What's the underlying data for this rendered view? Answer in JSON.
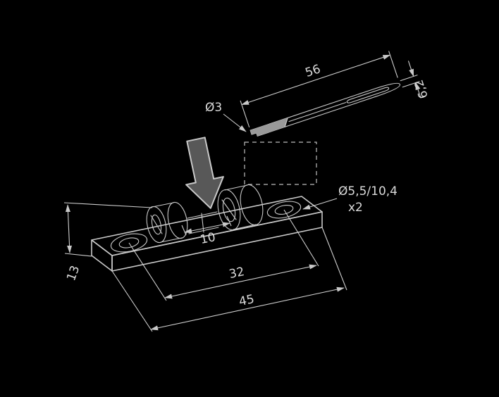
{
  "drawing": {
    "title_semantic": "fuse-holder-technical-drawing",
    "background_color": "#000000",
    "line_color": "#c9c9c9",
    "text_color": "#dadada",
    "arrow_fill": "#585858",
    "labels": {
      "pin_length": "56",
      "pin_eye_width": "6,2",
      "pin_diameter": "Ø3",
      "hole_spec": "Ø5,5/10,4",
      "hole_quantity": "x2",
      "clamp_gap": "10",
      "body_height": "13",
      "hole_spacing": "32",
      "overall_length": "45"
    }
  }
}
